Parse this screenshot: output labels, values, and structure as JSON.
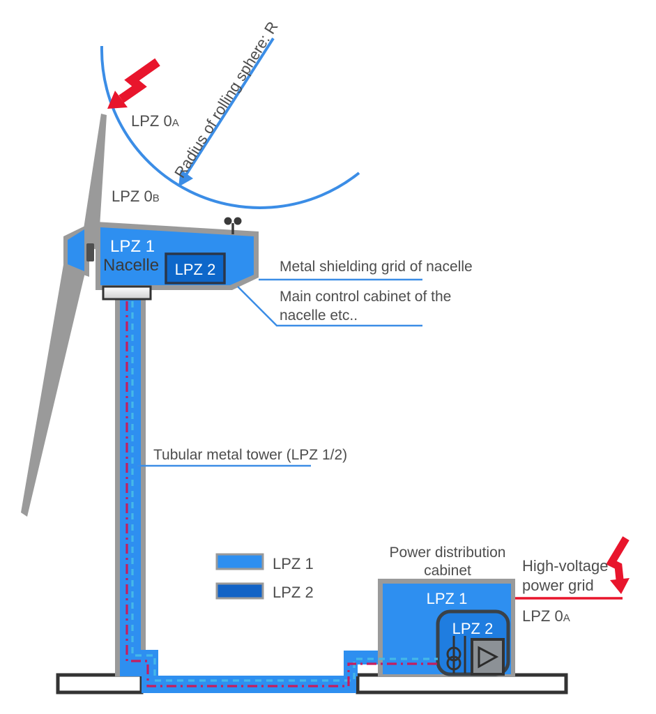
{
  "colors": {
    "lpz1_blue": "#2e8ff0",
    "lpz2_blue": "#1263c6",
    "nacelle_lpz2_fill": "#0d67ca",
    "cabinet_lpz2_fill": "#1f7de0",
    "structure_gray": "#9a9a9a",
    "outline_dark": "#333333",
    "lightning_red": "#e8152c",
    "line_blue": "#3b8de6",
    "cable_cyan": "#45b8e8",
    "cable_magenta": "#c51d5f",
    "text_gray": "#4d4d4d"
  },
  "labels": {
    "lpz0a_top": {
      "main": "LPZ 0",
      "sub": "A"
    },
    "lpz0b": {
      "main": "LPZ 0",
      "sub": "B"
    },
    "rolling_sphere": "Radius of rolling sphere: R",
    "nacelle_lpz1": "LPZ 1",
    "nacelle_name": "Nacelle",
    "nacelle_lpz2": "LPZ 2",
    "metal_shielding": "Metal shielding grid of nacelle",
    "main_control_1": "Main control cabinet of the",
    "main_control_2": "nacelle etc..",
    "tower": "Tubular metal tower (LPZ 1/2)",
    "power_cab_1": "Power distribution",
    "power_cab_2": "cabinet",
    "cabinet_lpz1": "LPZ 1",
    "cabinet_lpz2": "LPZ 2",
    "hv_1": "High-voltage",
    "hv_2": "power grid",
    "lpz0a_bottom": {
      "main": "LPZ 0",
      "sub": "A"
    }
  },
  "legend": {
    "lpz1": "LPZ 1",
    "lpz2": "LPZ 2"
  }
}
